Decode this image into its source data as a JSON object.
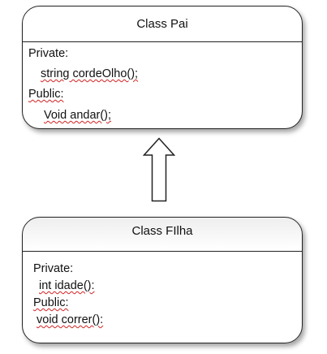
{
  "parent_class": {
    "title": "Class Pai",
    "private_label": "Private:",
    "private_member": "string cordeOlho();",
    "public_label": "Public:",
    "public_member": "Void andar();"
  },
  "child_class": {
    "title": "Class FIlha",
    "private_label": "Private:",
    "private_member": "int idade():",
    "public_label": "Public:",
    "public_member": "void correr():"
  },
  "colors": {
    "border": "#222222",
    "spellcheck_underline": "#d22222"
  }
}
